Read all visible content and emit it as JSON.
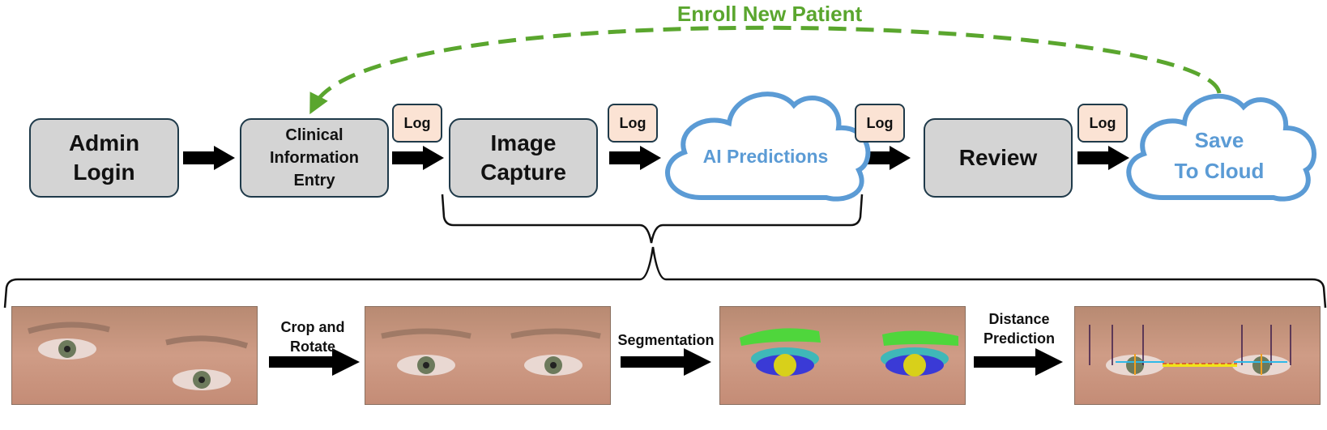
{
  "loop_label": "Enroll New Patient",
  "steps": {
    "admin_login": "Admin\nLogin",
    "clinical_entry": "Clinical\nInformation\nEntry",
    "image_capture": "Image\nCapture",
    "ai_predictions": "AI Predictions",
    "review": "Review",
    "save_cloud": "Save\nTo Cloud"
  },
  "log_label": "Log",
  "pipeline": {
    "crop_rotate": "Crop and\nRotate",
    "segmentation": "Segmentation",
    "distance_prediction": "Distance\nPrediction"
  },
  "colors": {
    "box_fill": "#d4d4d4",
    "box_border": "#1f3a4a",
    "log_fill": "#fbe3d4",
    "cloud": "#5b9bd5",
    "loop_green": "#5aa62e",
    "skin": "#c9957f"
  }
}
